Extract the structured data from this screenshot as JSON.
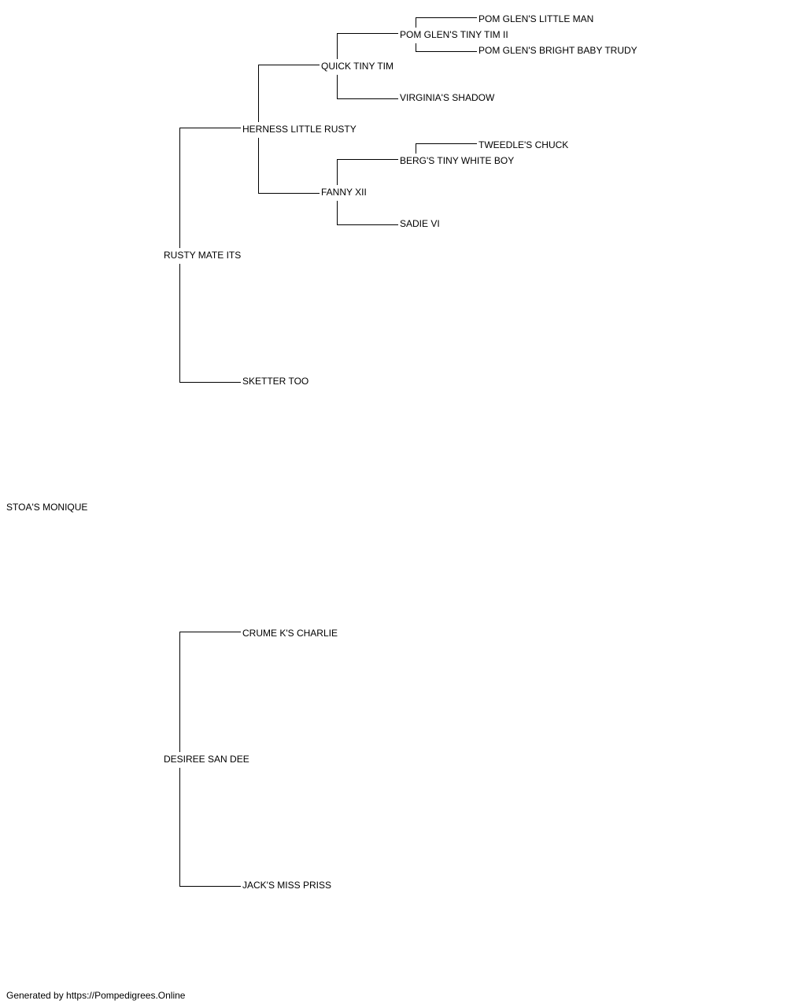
{
  "pedigree": {
    "subject": "STOA'S MONIQUE",
    "sire": "RUSTY MATE ITS",
    "dam": "DESIREE SAN DEE",
    "sire_sire": "HERNESS LITTLE RUSTY",
    "sire_dam": "SKETTER TOO",
    "dam_sire": "CRUME K'S CHARLIE",
    "dam_dam": "JACK'S MISS PRISS",
    "sss": "QUICK TINY TIM",
    "ssd": "FANNY XII",
    "ssss": "POM GLEN'S TINY TIM II",
    "sssd": "VIRGINIA'S SHADOW",
    "ssds": "BERG'S TINY WHITE BOY",
    "ssdd": "SADIE VI",
    "sssss": "POM GLEN'S LITTLE MAN",
    "ssssd": "POM GLEN'S BRIGHT BABY TRUDY",
    "ssdss": "TWEEDLE'S CHUCK"
  },
  "footer": {
    "text": "Generated by https://Pompedigrees.Online"
  },
  "colors": {
    "line": "#000000",
    "text": "#000000",
    "background": "#ffffff"
  }
}
